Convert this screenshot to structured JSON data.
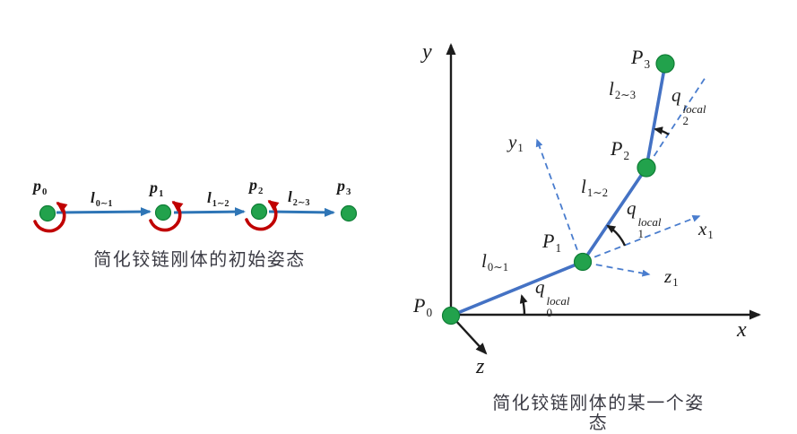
{
  "figure": {
    "left": {
      "caption": "简化铰链刚体的初始姿态",
      "joints": [
        {
          "base": "p",
          "sub": "0"
        },
        {
          "base": "p",
          "sub": "1"
        },
        {
          "base": "p",
          "sub": "2"
        },
        {
          "base": "p",
          "sub": "3"
        }
      ],
      "links": [
        {
          "base": "l",
          "sub": "0∼1"
        },
        {
          "base": "l",
          "sub": "1∼2"
        },
        {
          "base": "l",
          "sub": "2∼3"
        }
      ]
    },
    "right": {
      "caption": "简化铰链刚体的某一个姿态",
      "axes": {
        "x": "x",
        "y": "y",
        "z": "z"
      },
      "local_axes": [
        {
          "base": "x",
          "sub": "1"
        },
        {
          "base": "y",
          "sub": "1"
        },
        {
          "base": "z",
          "sub": "1"
        }
      ],
      "joints": [
        {
          "base": "P",
          "sub": "0"
        },
        {
          "base": "P",
          "sub": "1"
        },
        {
          "base": "P",
          "sub": "2"
        },
        {
          "base": "P",
          "sub": "3"
        }
      ],
      "links": [
        {
          "base": "l",
          "sub": "0∼1"
        },
        {
          "base": "l",
          "sub": "1∼2"
        },
        {
          "base": "l",
          "sub": "2∼3"
        }
      ],
      "angles": [
        {
          "base": "q",
          "sub": "0",
          "sup": "local"
        },
        {
          "base": "q",
          "sub": "1",
          "sup": "local"
        },
        {
          "base": "q",
          "sub": "2",
          "sup": "local"
        }
      ]
    },
    "colors": {
      "joint_green": "#22a24c",
      "joint_green_border": "#0f7d35",
      "arrow_blue": "#2e75b6",
      "link_blue": "#4472c4",
      "dash_blue": "#4a7dce",
      "rotation_red": "#c00000",
      "axis_black": "#1c1c1c",
      "caption_gray": "#3b3b44"
    }
  }
}
